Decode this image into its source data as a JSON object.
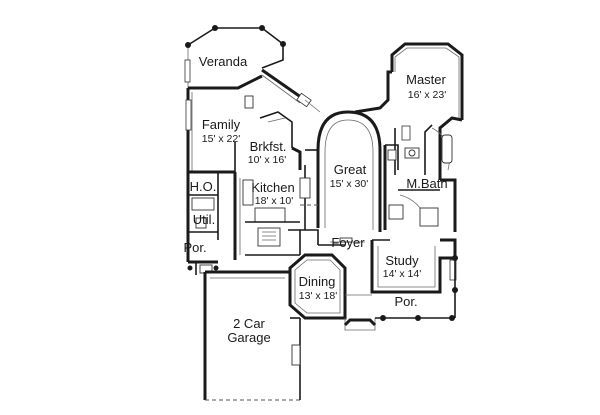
{
  "rooms": {
    "veranda": {
      "name": "Veranda"
    },
    "master": {
      "name": "Master",
      "dims": "16' x 23'"
    },
    "family": {
      "name": "Family",
      "dims": "15' x 22'"
    },
    "breakfast": {
      "name": "Brkfst.",
      "dims": "10' x 16'"
    },
    "great": {
      "name": "Great",
      "dims": "15' x 30'"
    },
    "master_bath": {
      "name": "M.Bath"
    },
    "home_office": {
      "name": "H.O."
    },
    "kitchen": {
      "name": "Kitchen",
      "dims": "18' x 10'"
    },
    "utility": {
      "name": "Util."
    },
    "foyer": {
      "name": "Foyer"
    },
    "study": {
      "name": "Study",
      "dims": "14' x 14'"
    },
    "porch_left": {
      "name": "Por."
    },
    "dining": {
      "name": "Dining",
      "dims": "13' x 18'"
    },
    "porch_front": {
      "name": "Por."
    },
    "garage": {
      "name": "2 Car",
      "name2": "Garage"
    }
  }
}
